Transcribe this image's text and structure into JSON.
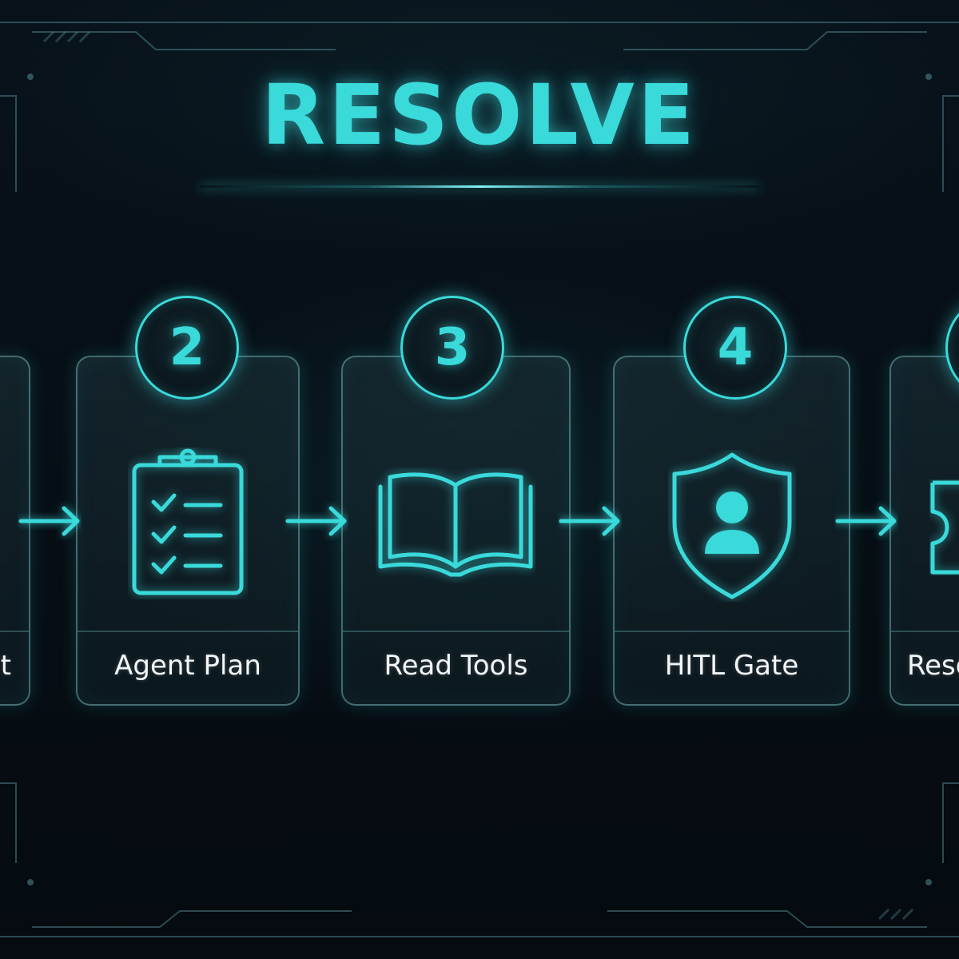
{
  "title": "RESOLVE",
  "steps": [
    {
      "number": "",
      "label": "t",
      "icon": "partial-icon"
    },
    {
      "number": "2",
      "label": "Agent Plan",
      "icon": "clipboard-checklist-icon"
    },
    {
      "number": "3",
      "label": "Read Tools",
      "icon": "open-book-icon"
    },
    {
      "number": "4",
      "label": "HITL Gate",
      "icon": "shield-user-icon"
    },
    {
      "number": "",
      "label": "Reso",
      "icon": "ticket-icon"
    }
  ],
  "colors": {
    "accent": "#3ad9da",
    "background": "#060d12",
    "label_text": "#f2f6f7"
  }
}
